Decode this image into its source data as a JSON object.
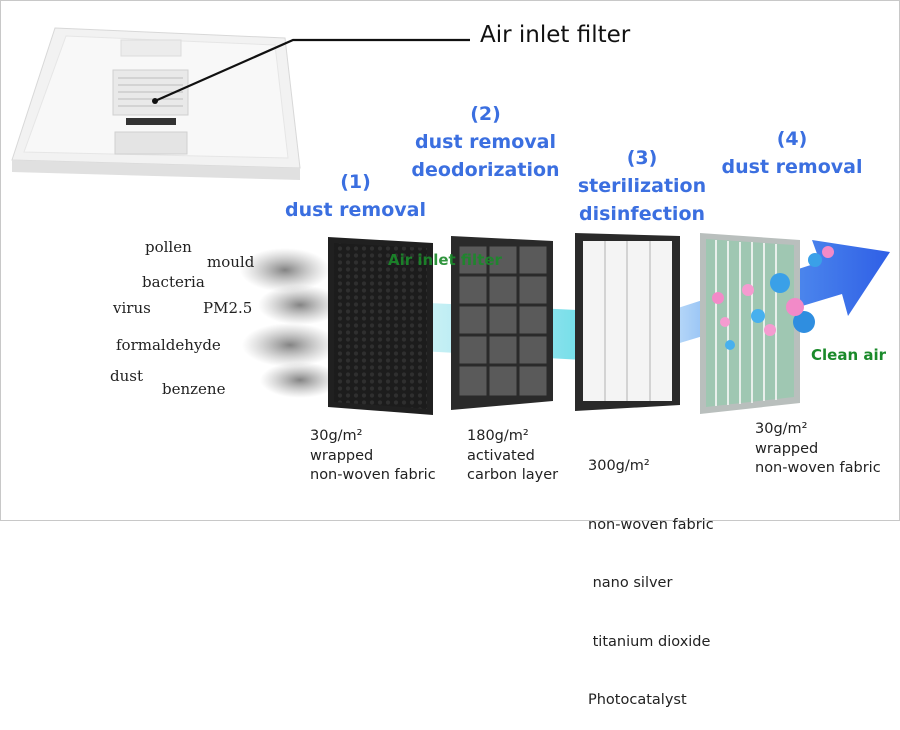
{
  "callout": {
    "label": "Air inlet filter"
  },
  "stages": [
    {
      "number": "(1)",
      "name": "dust removal"
    },
    {
      "number": "(2)",
      "name": "dust removal",
      "name2": "deodorization"
    },
    {
      "number": "(3)",
      "name": "sterilization",
      "name2": "disinfection"
    },
    {
      "number": "(4)",
      "name": "dust removal"
    }
  ],
  "pollutants": [
    "pollen",
    "mould",
    "bacteria",
    "virus",
    "PM2.5",
    "formaldehyde",
    "dust",
    "benzene"
  ],
  "overlay_label": "Air inlet filter",
  "clean_air_label": "Clean air",
  "specs": [
    {
      "l1": "30g/m²",
      "l2": "wrapped",
      "l3": "non-woven fabric"
    },
    {
      "l1": "180g/m²",
      "l2": "activated",
      "l3": "carbon layer"
    },
    {
      "l1": "300g/m²",
      "l2": "non-woven fabric",
      "l3": " nano silver",
      "l4": " titanium dioxide",
      "l5": "Photocatalyst"
    },
    {
      "l1": "30g/m²",
      "l2": "wrapped",
      "l3": "non-woven fabric"
    }
  ],
  "colors": {
    "stage_label": "#3b6fe0",
    "green_label": "#1a8a2a",
    "arrow": "#3a6fe8",
    "airflow": "#5fd9e6"
  }
}
